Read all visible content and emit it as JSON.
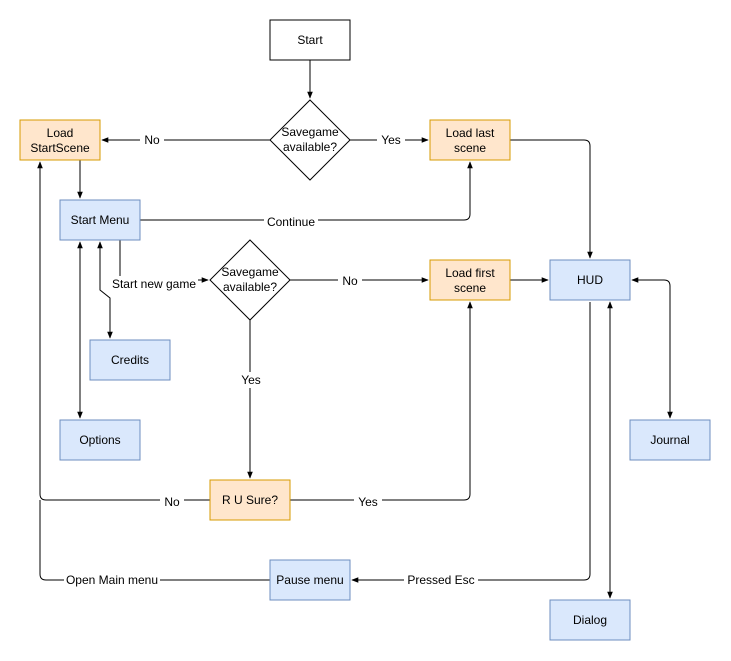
{
  "colors": {
    "white_fill": "#ffffff",
    "orange_fill": "#ffe6cc",
    "orange_stroke": "#d79b00",
    "blue_fill": "#dae8fc",
    "blue_stroke": "#6c8ebf",
    "line": "#000000"
  },
  "nodes": {
    "start": "Start",
    "savegame_check_1": [
      "Savegame",
      "available?"
    ],
    "load_startscene": [
      "Load",
      "StartScene"
    ],
    "load_last_scene": [
      "Load last",
      "scene"
    ],
    "start_menu": "Start Menu",
    "savegame_check_2": [
      "Savegame",
      "available?"
    ],
    "load_first_scene": [
      "Load first",
      "scene"
    ],
    "hud": "HUD",
    "credits": "Credits",
    "options": "Options",
    "journal": "Journal",
    "r_u_sure": "R U Sure?",
    "pause_menu": "Pause menu",
    "dialog": "Dialog"
  },
  "edges": {
    "no_1": "No",
    "yes_1": "Yes",
    "continue": "Continue",
    "start_new_game": "Start new game",
    "no_2": "No",
    "yes_2": "Yes",
    "no_3": "No",
    "yes_3": "Yes",
    "open_main_menu": "Open Main menu",
    "pressed_esc": "Pressed Esc"
  }
}
